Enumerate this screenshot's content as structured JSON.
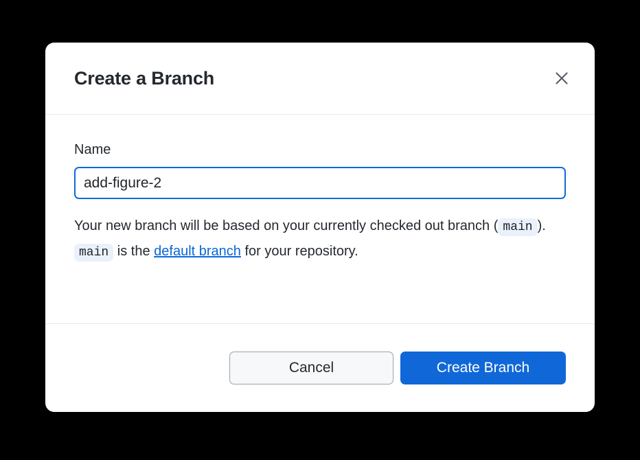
{
  "backdrop": {
    "color": "#000000"
  },
  "dialog": {
    "title": "Create a Branch",
    "close_icon": "close-icon",
    "surface_color": "#ffffff",
    "border_color": "#e4e8ed",
    "form": {
      "name_label": "Name",
      "name_value": "add-figure-2",
      "name_placeholder": "",
      "focus_color": "#1068d8"
    },
    "help": {
      "part1": "Your new branch will be based on your currently checked out branch (",
      "chip1": "main",
      "part2": ").",
      "chip2": "main",
      "part3": "is the",
      "link": "default branch",
      "part4": "for your repository.",
      "link_color": "#0a66da",
      "chip_bg": "#eaf1fb"
    },
    "footer": {
      "cancel_label": "Cancel",
      "submit_label": "Create Branch",
      "submit_color": "#1068d8"
    }
  }
}
